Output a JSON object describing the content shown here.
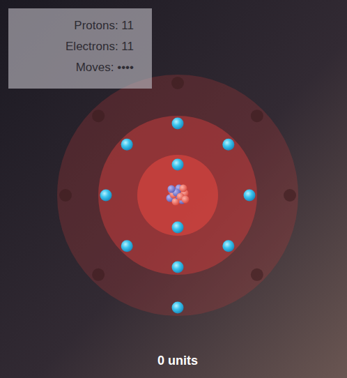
{
  "diagram": {
    "nodes": [
      {
        "text": [
          "Protons: 11",
          "Electrons: 11",
          "Moves: ••••"
        ]
      }
    ],
    "labels": [
      "0 units"
    ]
  }
}
